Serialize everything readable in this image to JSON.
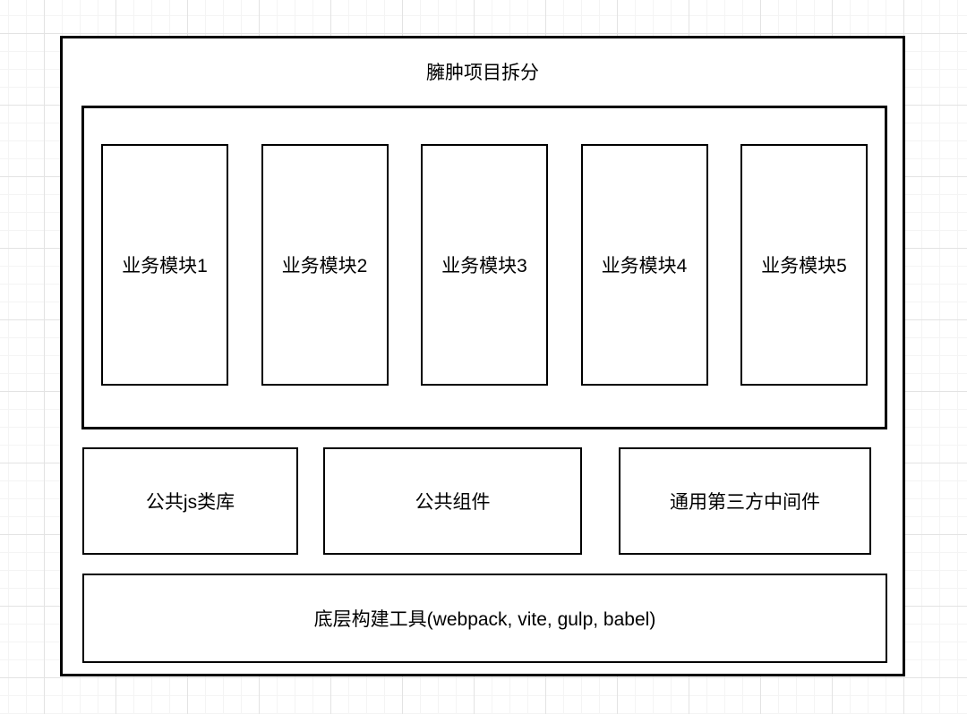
{
  "diagram": {
    "title": "臃肿项目拆分",
    "business_modules": [
      "业务模块1",
      "业务模块2",
      "业务模块3",
      "业务模块4",
      "业务模块5"
    ],
    "shared_layers": [
      "公共js类库",
      "公共组件",
      "通用第三方中间件"
    ],
    "build_tools": "底层构建工具(webpack, vite, gulp, babel)"
  },
  "colors": {
    "stroke": "#000000",
    "shape_fill": "#ffffff",
    "text": "#000000",
    "background": "#ffffff",
    "grid_minor": "#f4f4f4",
    "grid_major": "#e3e3e3"
  }
}
